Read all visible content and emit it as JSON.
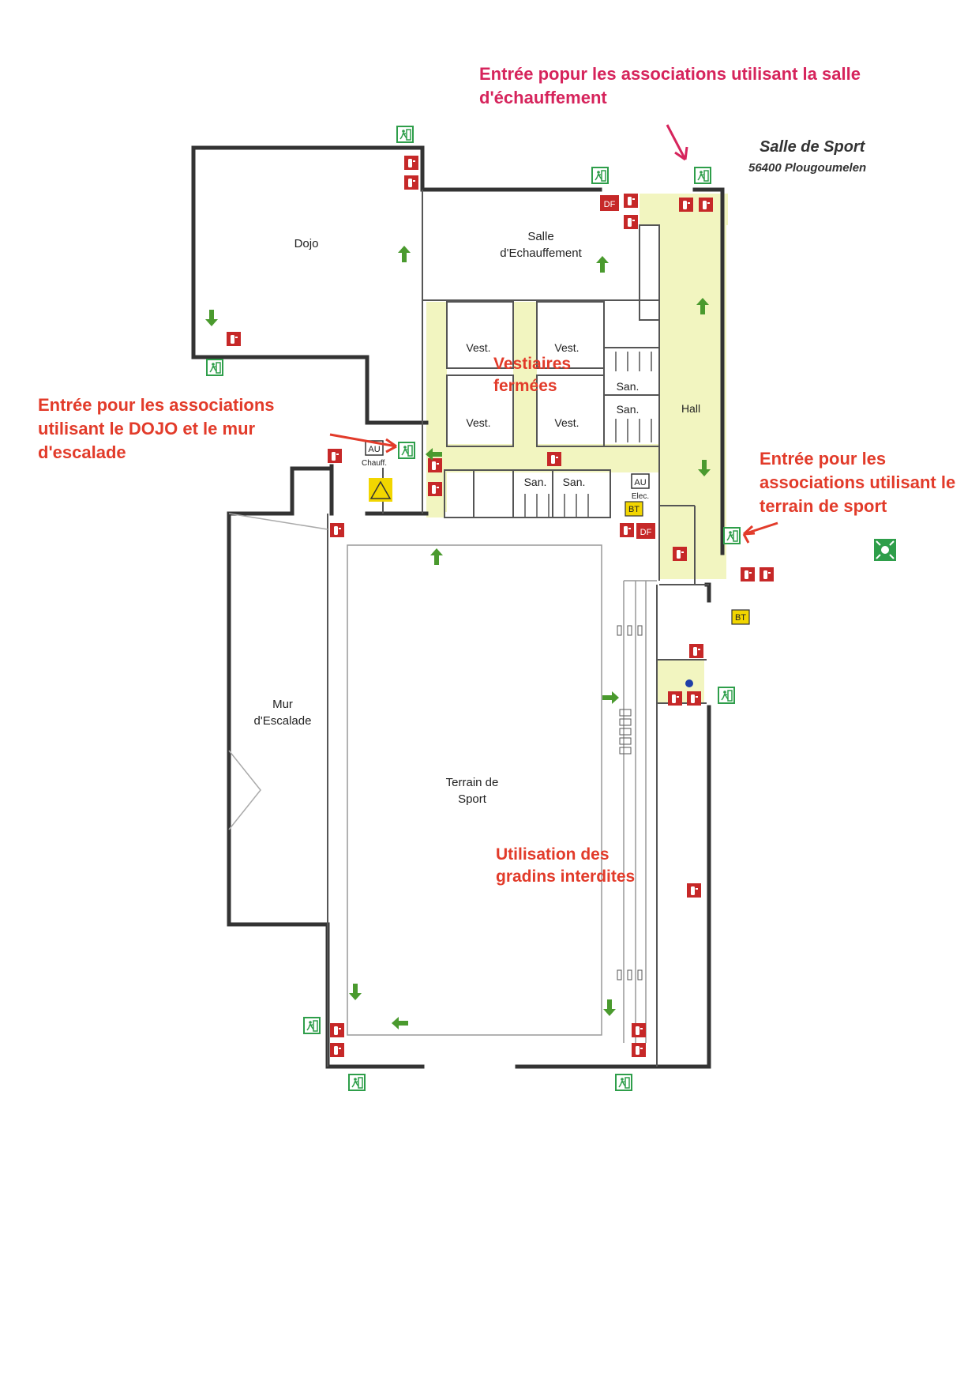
{
  "header": {
    "title": "Salle de Sport",
    "address": "56400 Plougoumelen"
  },
  "rooms": {
    "dojo": "Dojo",
    "warmup_line1": "Salle",
    "warmup_line2": "d'Echauffement",
    "vest": "Vest.",
    "san": "San.",
    "hall": "Hall",
    "climbing_line1": "Mur",
    "climbing_line2": "d'Escalade",
    "court_line1": "Terrain de",
    "court_line2": "Sport",
    "boiler_code": "AU",
    "boiler_label": "Chauff.",
    "elec_code": "AU",
    "elec_label": "Elec.",
    "bt": "BT",
    "df": "DF"
  },
  "annotations": {
    "warmup_entrance": "Entrée popur les associations utilisant la salle d'échauffement",
    "dojo_entrance": "Entrée pour les associations utilisant le DOJO et le mur d'escalade",
    "court_entrance": "Entrée pour les associations utilisant le terrain de sport",
    "changing_closed": "Vestiaires fermées",
    "stands_forbidden": "Utilisation des gradins interdites"
  },
  "colors": {
    "corridor": "#f2f5c0",
    "wall": "#333333",
    "annotation_red": "#e23b2a",
    "annotation_pink": "#d6245c",
    "arrow_green": "#4a9a2e",
    "extinguisher_red": "#c62828",
    "exit_green": "#2e9e4a",
    "warning_yellow": "#f2d600"
  },
  "icons": {
    "exit": "emergency-exit-icon",
    "extinguisher": "fire-extinguisher-icon",
    "evacuation_arrow": "evacuation-arrow-icon",
    "assembly_point": "assembly-point-icon",
    "hazard": "hazard-warning-icon"
  }
}
